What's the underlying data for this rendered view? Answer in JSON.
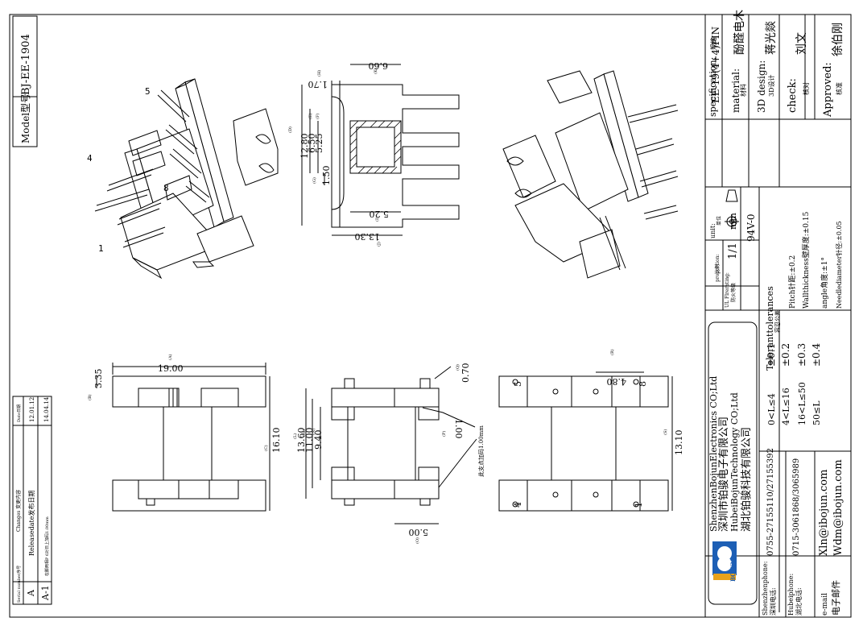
{
  "model_box": {
    "label": "Model型号",
    "value": "BJ-EE-1904"
  },
  "changes_table": {
    "col_serial": "Serial number序号",
    "col_changes": "Changes 变更内容",
    "col_date": "Date日期",
    "rows": [
      {
        "serial": "A",
        "change": "Releasedate发布日期",
        "date": "12.01.12"
      },
      {
        "serial": "A-1",
        "change": "在脚两相P 6对日上加码1.00mm",
        "date": "14.04.14"
      }
    ]
  },
  "pin_labels": {
    "p1": "1",
    "p4": "4",
    "p5": "5",
    "p8": "8"
  },
  "bottom_pins": {
    "p5": "5",
    "p8": "8",
    "p4": "4",
    "p1": "1"
  },
  "dims": {
    "A": "19.00",
    "B": "3.35",
    "C": "16.10",
    "D": "12.80",
    "E": "6.50",
    "F": "5.25",
    "G": "1.50",
    "H": "1.70",
    "I": "5.20",
    "J": "13.30",
    "K": "6.60",
    "L": "13.60",
    "M": "11.00",
    "N": "9.40",
    "O": "5.00",
    "P": "1.00",
    "Q": "0.70",
    "R": "4.80",
    "S": "13.10"
  },
  "dim_letters": {
    "A": "(A)",
    "B": "(B)",
    "C": "(C)",
    "D": "(D)",
    "E": "(E)",
    "F": "(F)",
    "G": "(G)",
    "H": "(H)",
    "I": "(I)",
    "J": "(J)",
    "K": "(K)",
    "L": "(L)",
    "M": "(M)",
    "N": "(N)",
    "O": "(O)",
    "P": "(P)",
    "Q": "(Q)",
    "R": "(R)",
    "S": "(S)"
  },
  "note_text": "此支点加码1.00mm",
  "title_block": {
    "spec_label": "specification:",
    "spec_cn": "规格",
    "spec_value": "EE-19(4+4)PIN",
    "material_label": "material:",
    "material_cn": "材料",
    "material_value": "酚醛电木",
    "design_label": "3D design:",
    "design_cn": "3D设计",
    "design_value": "蒋光燚",
    "check_label": "check:",
    "check_cn": "核对",
    "check_value": "刘文",
    "approved_label": "Approved:",
    "approved_cn": "核准",
    "approved_value": "徐伯刚",
    "unit_label": "unit:",
    "unit_cn": "单位",
    "unit_value": "mm",
    "proportion_label": "proportion:",
    "proportion_cn": "比例",
    "proportion_value": "1/1",
    "ul_label": "UL Flrerating:",
    "ul_cn": "防火等级",
    "ul_value": "94V-0",
    "tol_title": "Toleranttolerances",
    "tol_cn": "容忍公差",
    "tol_rows": [
      {
        "range": "0<L≤4",
        "tol": "±0.1"
      },
      {
        "range": "4<L≤16",
        "tol": "±0.2"
      },
      {
        "range": "16<L≤50",
        "tol": "±0.3"
      },
      {
        "range": "50≤L",
        "tol": "±0.4"
      }
    ],
    "tol_notes": [
      "Pitch针距:±0.2",
      "Wallthickness壁厚度:±0.15",
      "angle角度:±1°",
      "Needlediameter针径:±0.05"
    ]
  },
  "company": {
    "name1": "ShenzhenBojunElectronics CO;Ltd",
    "name1_cn": "深圳市铂骏电子有限公司",
    "name2": "HubeiBojunTechnology CO;Ltd",
    "name2_cn": "湖北铂骏科技有限公司",
    "logo_text": "BOJUN",
    "sz_phone_label": "Shenzhenphone:",
    "sz_phone_cn": "深圳电话:",
    "sz_phone": "0755-27155110/27155392",
    "hb_phone_label": "Hubeiphone:",
    "hb_phone_cn": "湖北电话:",
    "hb_phone": "0715-3061868/3065989",
    "email_label": "e-mail",
    "email_cn": "电子邮件",
    "email1": "Xln@ibojun.com",
    "email2": "Wdm@ibojun.com"
  }
}
